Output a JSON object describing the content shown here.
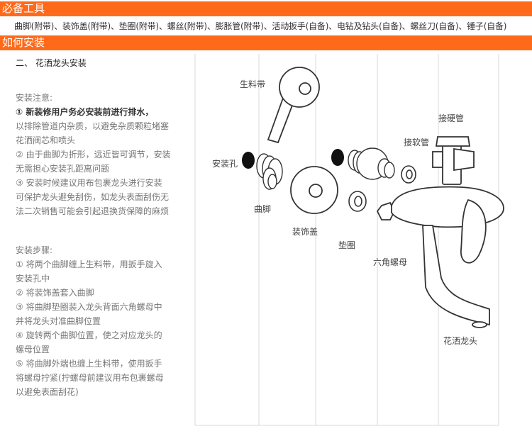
{
  "sections": {
    "tools_title": "必备工具",
    "install_title": "如何安装"
  },
  "tools": {
    "line": "曲脚(附带)、装饰盖(附带)、垫圈(附带)、螺丝(附带)、膨胀管(附带)、活动扳手(自备)、电钻及钻头(自备)、螺丝刀(自备)、锤子(自备)"
  },
  "install": {
    "heading": "二、 花洒龙头安装",
    "notes_title": "安装注意:",
    "notes": [
      "① 新装修用户务必安装前进行排水，",
      "以排除管道内杂质，以避免杂质颗粒堵塞",
      "花洒阀芯和喷头",
      "② 由于曲脚为折形，远近皆可调节，安装",
      "无需担心安装孔距离问题",
      "③ 安装时候建议用布包裹龙头进行安装",
      "可保护龙头避免刮伤，如龙头表面刮伤无",
      "法二次销售可能会引起退换货保障的麻烦"
    ],
    "steps_title": "安装步骤:",
    "steps": [
      "① 将两个曲脚缠上生料带，用扳手旋入",
      "安装孔中",
      "② 将装饰盖套入曲脚",
      "③ 将曲脚垫圈装入龙头背面六角螺母中",
      "并将龙头对准曲脚位置",
      "④ 旋转两个曲脚位置，使之对应龙头的",
      "螺母位置",
      "⑤ 将曲脚外端也缠上生料带，使用扳手",
      "将螺母拧紧(拧螺母前建议用布包裹螺母",
      "以避免表面刮花)"
    ]
  },
  "diagram": {
    "labels": {
      "tape": "生料带",
      "hole": "安装孔",
      "s_pipe": "曲脚",
      "cover": "装饰盖",
      "washer": "垫圈",
      "hex_nut": "六角螺母",
      "hard_pipe": "接硬管",
      "soft_pipe": "接软管",
      "faucet": "花洒龙头"
    }
  }
}
